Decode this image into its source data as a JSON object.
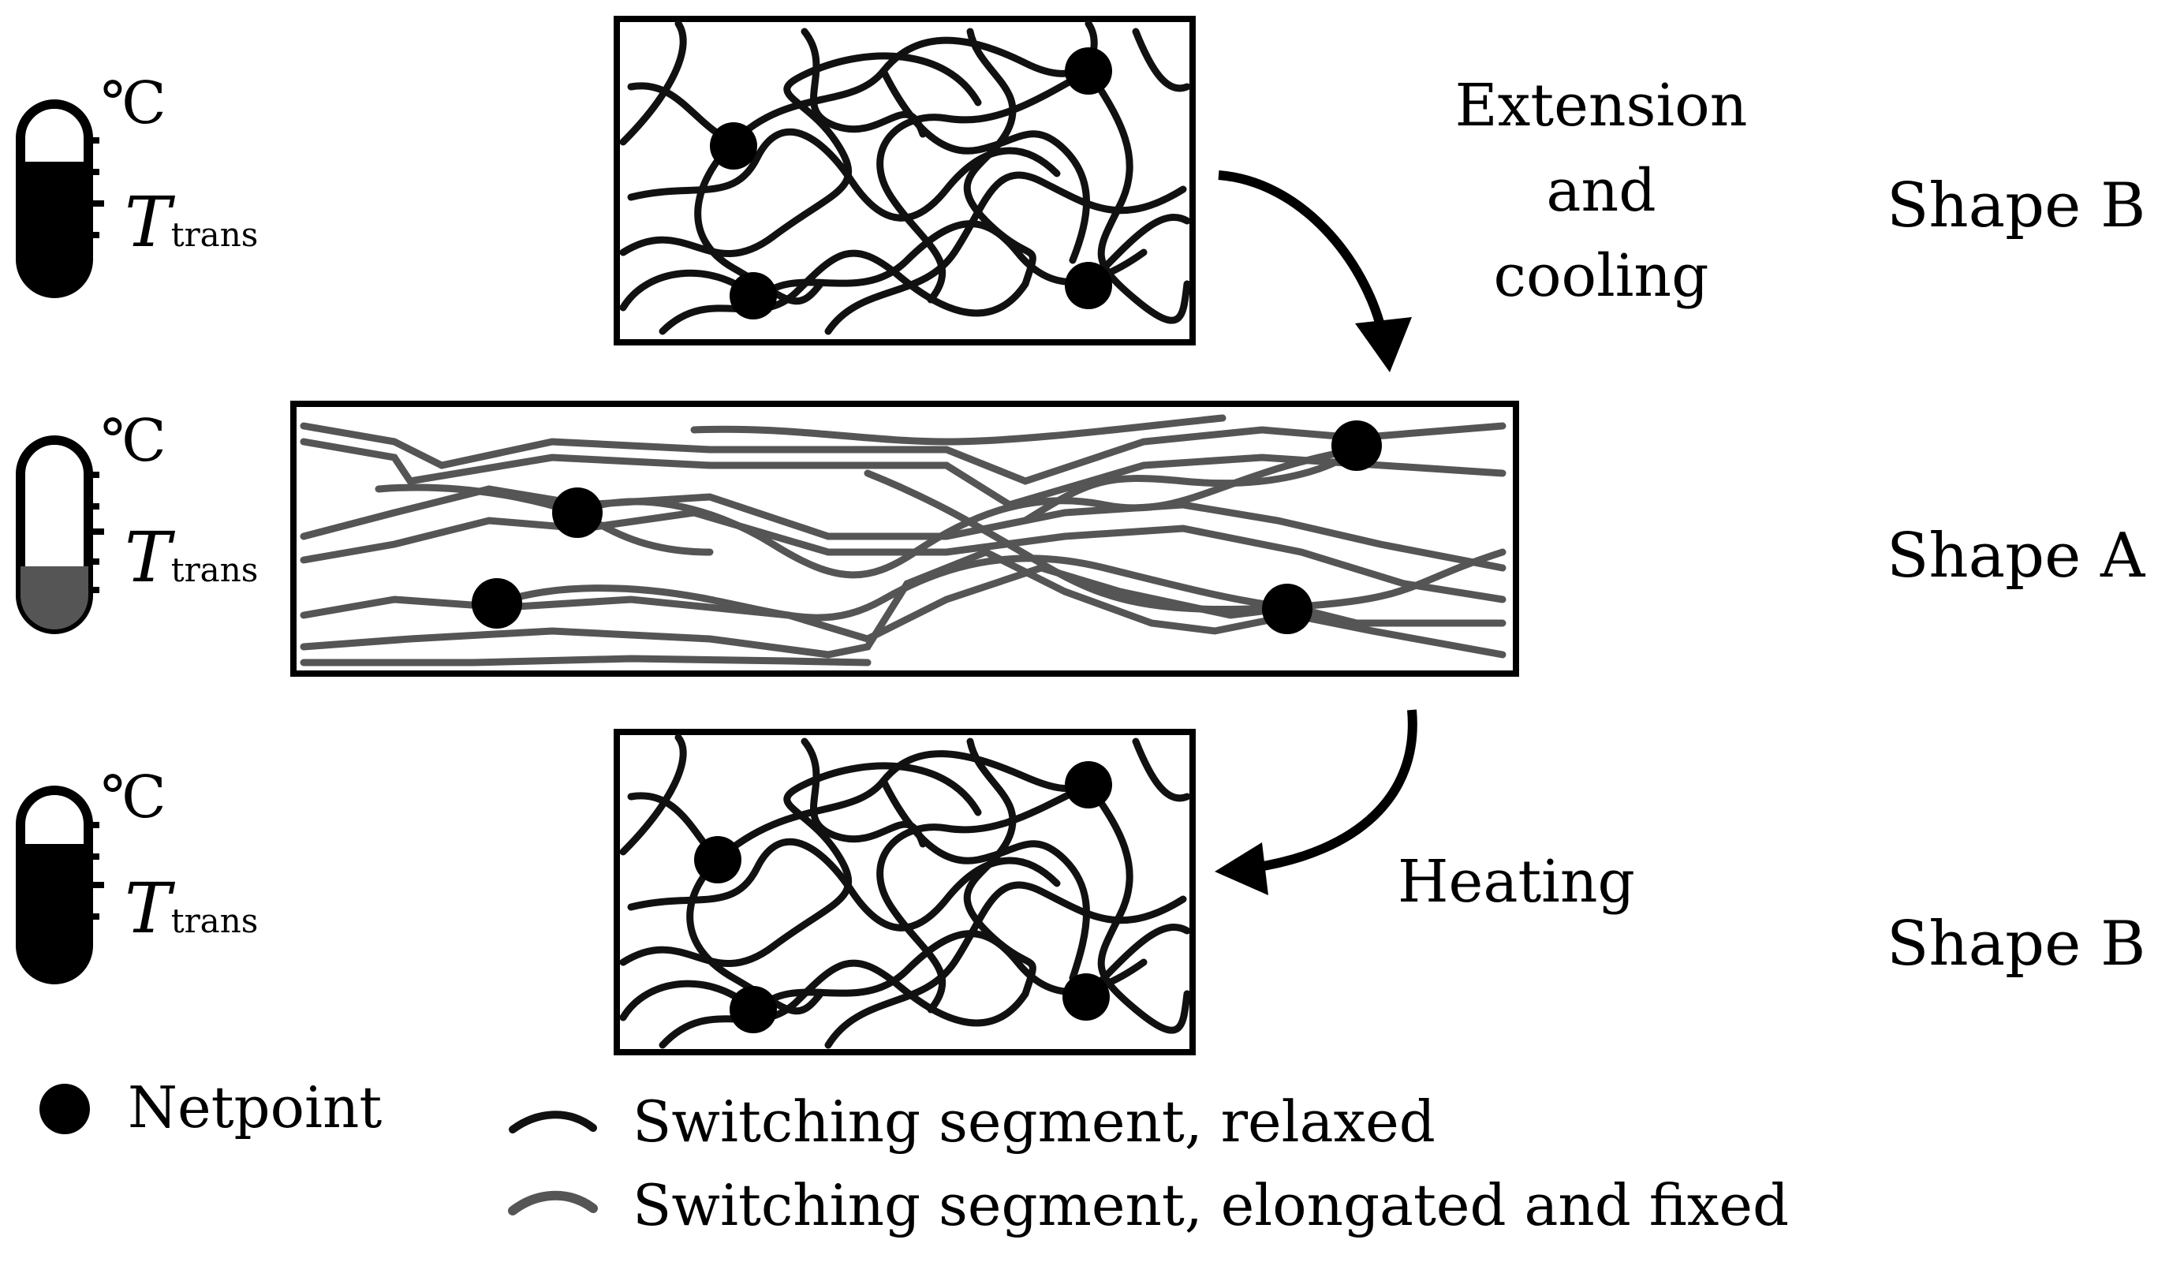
{
  "thermometers": [
    {
      "unit": "℃",
      "symbol": "T",
      "subscript": "trans",
      "state": "hot"
    },
    {
      "unit": "℃",
      "symbol": "T",
      "subscript": "trans",
      "state": "cold"
    },
    {
      "unit": "℃",
      "symbol": "T",
      "subscript": "trans",
      "state": "hot"
    }
  ],
  "shapes": {
    "top": "Shape B",
    "middle": "Shape A",
    "bottom": "Shape B"
  },
  "processes": {
    "extension_line1": "Extension",
    "extension_line2": "and",
    "extension_line3": "cooling",
    "heating": "Heating"
  },
  "legend": {
    "netpoint": "Netpoint",
    "relaxed": "Switching segment, relaxed",
    "fixed": "Switching segment, elongated and fixed"
  },
  "colors": {
    "relaxed_segment": "#111111",
    "fixed_segment": "#555555",
    "netpoint": "#000000"
  }
}
